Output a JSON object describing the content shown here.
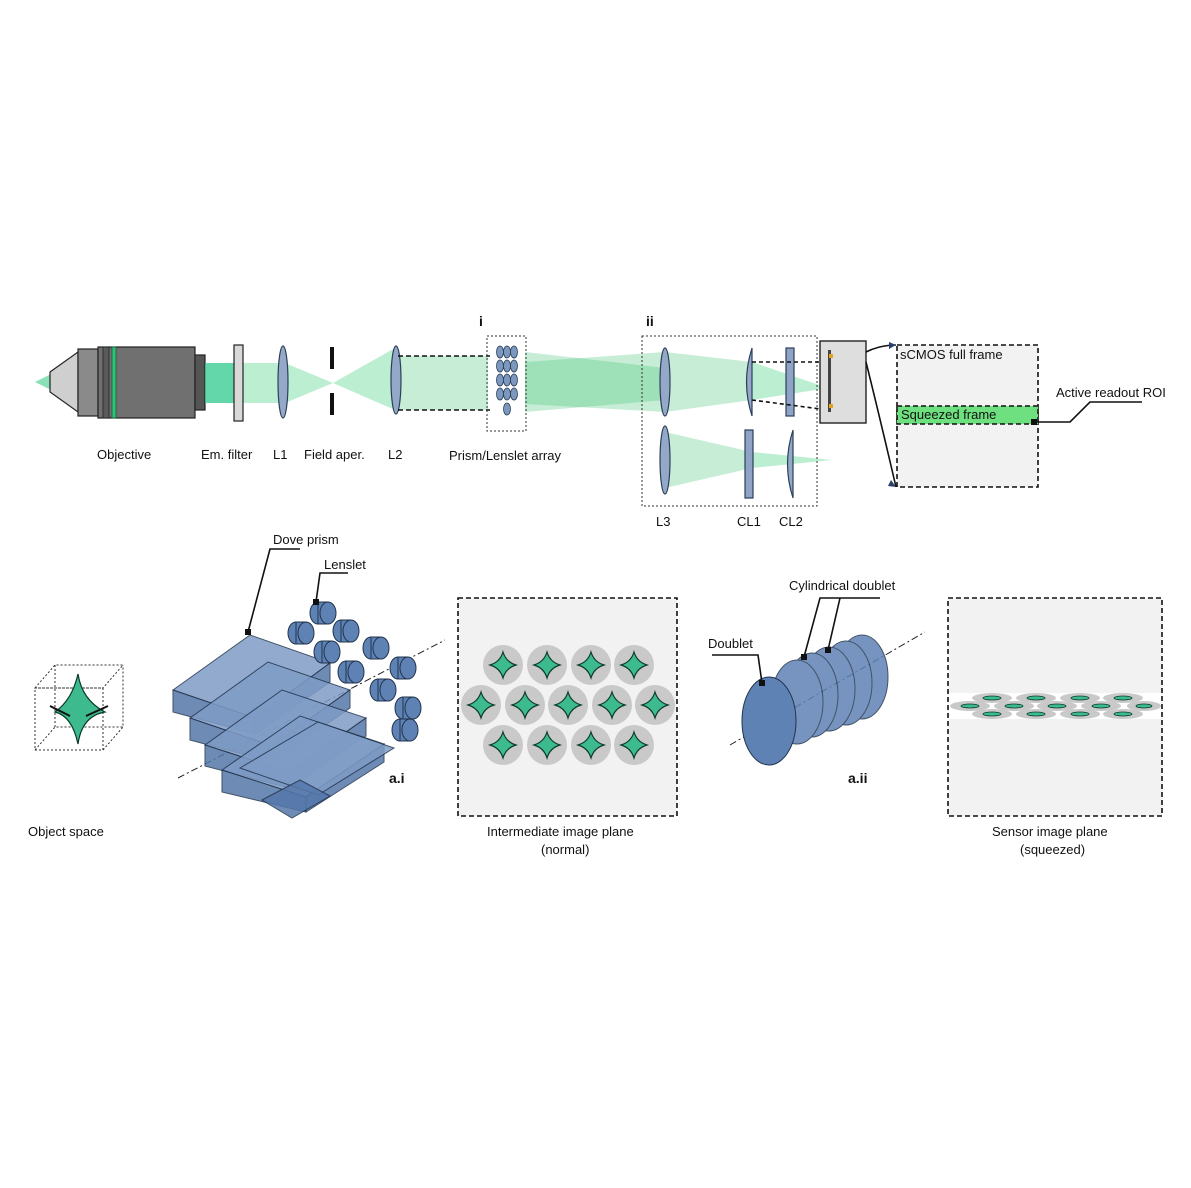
{
  "labels": {
    "objective": "Objective",
    "em_filter": "Em. filter",
    "l1": "L1",
    "field_aper": "Field aper.",
    "l2": "L2",
    "prism_lenslet": "Prism/Lenslet array",
    "section_i": "i",
    "section_ii": "ii",
    "l3": "L3",
    "cl1": "CL1",
    "cl2": "CL2",
    "sensor_full": "sCMOS full frame",
    "squeezed_frame": "Squeezed frame",
    "active_roi": "Active readout ROI",
    "object_space": "Object space",
    "dove_prism": "Dove prism",
    "lenslet": "Lenslet",
    "section_ai": "a.i",
    "intermediate_line1": "Intermediate image plane",
    "intermediate_line2": "(normal)",
    "doublet": "Doublet",
    "cyl_doublet": "Cylindrical doublet",
    "section_aii": "a.ii",
    "sensor_plane_line1": "Sensor image plane",
    "sensor_plane_line2": "(squeezed)"
  },
  "colors": {
    "beam": "#3fcf7a",
    "optic": "#93a9c7",
    "prism": "#5577aa",
    "cell": "#c9c9c9",
    "star": "#3dbb8f",
    "squeezed": "#6ee07f"
  }
}
